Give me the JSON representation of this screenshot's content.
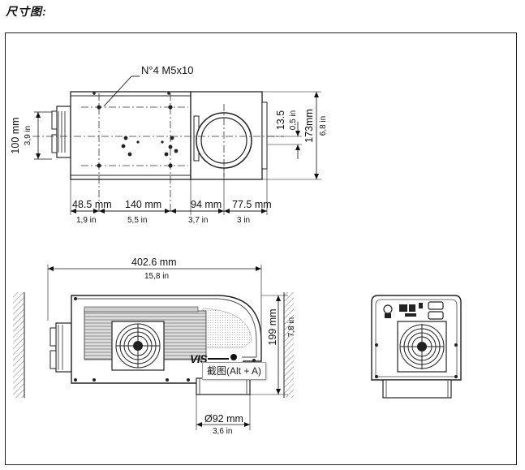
{
  "page": {
    "title": "尺寸图:"
  },
  "top_view": {
    "callout": "N°4 M5x10",
    "dims": [
      {
        "mm": "48.5",
        "unit": "mm",
        "in": "1,9 in"
      },
      {
        "mm": "140",
        "unit": "mm",
        "in": "5,5 in"
      },
      {
        "mm": "94",
        "unit": "mm",
        "in": "3,7 in"
      },
      {
        "mm": "77.5",
        "unit": "mm",
        "in": "3 in"
      }
    ],
    "height_left_mm": "100 mm",
    "height_left_in": "3,9 in",
    "offset_mm": "13.5",
    "offset_in": "0,5 in",
    "height_right_mm": "173mm",
    "height_right_in": "6,8 in"
  },
  "side_view": {
    "length_mm": "402.6 mm",
    "length_in": "15,8 in",
    "height_mm": "199 mm",
    "height_in": "7,8 in",
    "diameter_mm": "Ø92 mm",
    "diameter_in": "3,6 in",
    "logo_text": "VIS"
  },
  "tooltip": {
    "text": "截图(Alt + A)"
  }
}
